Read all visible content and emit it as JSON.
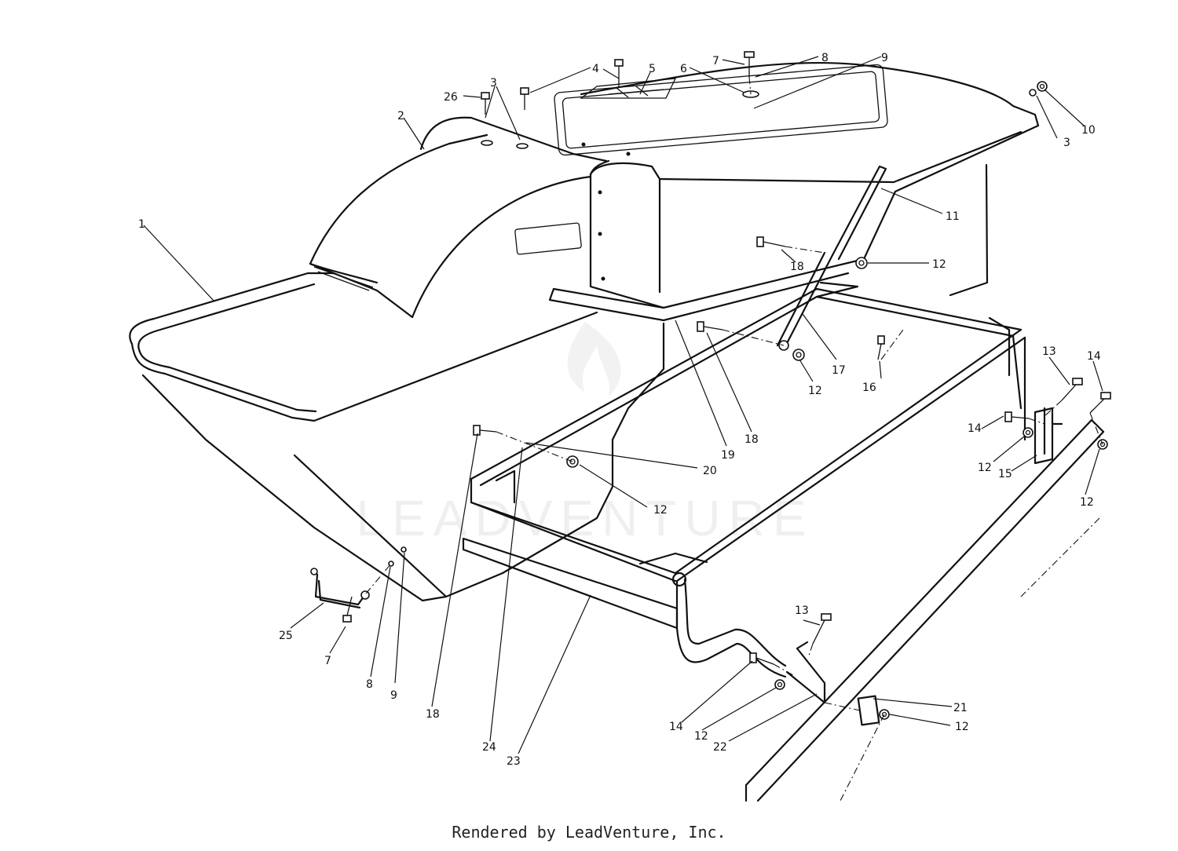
{
  "watermark": "LEADVENTURE",
  "footer": "Rendered by LeadVenture, Inc.",
  "callouts": [
    {
      "id": "c1",
      "label": "1"
    },
    {
      "id": "c2",
      "label": "2"
    },
    {
      "id": "c3a",
      "label": "3"
    },
    {
      "id": "c3b",
      "label": "3"
    },
    {
      "id": "c4",
      "label": "4"
    },
    {
      "id": "c5",
      "label": "5"
    },
    {
      "id": "c6",
      "label": "6"
    },
    {
      "id": "c7a",
      "label": "7"
    },
    {
      "id": "c7b",
      "label": "7"
    },
    {
      "id": "c8a",
      "label": "8"
    },
    {
      "id": "c8b",
      "label": "8"
    },
    {
      "id": "c9a",
      "label": "9"
    },
    {
      "id": "c9b",
      "label": "9"
    },
    {
      "id": "c10",
      "label": "10"
    },
    {
      "id": "c11",
      "label": "11"
    },
    {
      "id": "c12a",
      "label": "12"
    },
    {
      "id": "c12b",
      "label": "12"
    },
    {
      "id": "c12c",
      "label": "12"
    },
    {
      "id": "c12d",
      "label": "12"
    },
    {
      "id": "c12e",
      "label": "12"
    },
    {
      "id": "c12f",
      "label": "12"
    },
    {
      "id": "c12g",
      "label": "12"
    },
    {
      "id": "c13a",
      "label": "13"
    },
    {
      "id": "c13b",
      "label": "13"
    },
    {
      "id": "c14a",
      "label": "14"
    },
    {
      "id": "c14b",
      "label": "14"
    },
    {
      "id": "c14c",
      "label": "14"
    },
    {
      "id": "c15",
      "label": "15"
    },
    {
      "id": "c16",
      "label": "16"
    },
    {
      "id": "c17",
      "label": "17"
    },
    {
      "id": "c18a",
      "label": "18"
    },
    {
      "id": "c18b",
      "label": "18"
    },
    {
      "id": "c18c",
      "label": "18"
    },
    {
      "id": "c19",
      "label": "19"
    },
    {
      "id": "c20",
      "label": "20"
    },
    {
      "id": "c21",
      "label": "21"
    },
    {
      "id": "c22",
      "label": "22"
    },
    {
      "id": "c23",
      "label": "23"
    },
    {
      "id": "c24",
      "label": "24"
    },
    {
      "id": "c25",
      "label": "25"
    },
    {
      "id": "c26",
      "label": "26"
    }
  ]
}
